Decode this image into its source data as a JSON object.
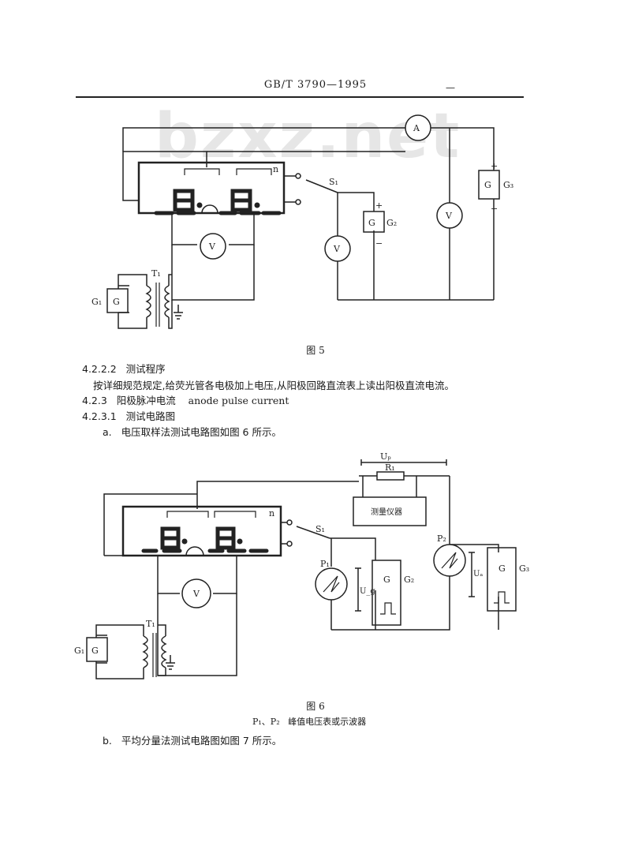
{
  "header": {
    "standard": "GB/T 3790—1995",
    "mark": "—"
  },
  "watermark": "bzxz.net",
  "figure5": {
    "caption": "图 5",
    "labels": {
      "ammeter": "A",
      "voltmeter_main": "V",
      "voltmeter_mid": "V",
      "voltmeter_filament": "V",
      "n": "n",
      "switch": "S₁",
      "g2_box": "G",
      "g2": "G₂",
      "g3_box": "G",
      "g3": "G₃",
      "g1_box": "G",
      "g1": "G₁",
      "t1": "T₁",
      "plus1": "+",
      "minus1": "−",
      "plus2": "+",
      "minus2": "−"
    }
  },
  "section_4222": {
    "num": "4.2.2.2",
    "title": "测试程序"
  },
  "para_1": "按详细规范规定,给荧光管各电极加上电压,从阳极回路直流表上读出阳极直流电流。",
  "section_423": {
    "num": "4.2.3",
    "title": "阳极脉冲电流",
    "en": "anode pulse current"
  },
  "section_4231": {
    "num": "4.2.3.1",
    "title": "测试电路图"
  },
  "item_a": {
    "letter": "a.",
    "text": "电压取样法测试电路图如图 6 所示。"
  },
  "figure6": {
    "caption": "图 6",
    "note": {
      "symbols": "P₁、P₂",
      "text": "峰值电压表或示波器"
    },
    "labels": {
      "up": "Uₚ",
      "r1": "R₁",
      "instrument": "测量仪器",
      "n": "n",
      "switch": "S₁",
      "p1": "P₁",
      "p2": "P₂",
      "ug": "U_g",
      "ua": "Uₐ",
      "g2_box": "G",
      "g2": "G₂",
      "g3_box": "G",
      "g3": "G₃",
      "voltmeter": "V",
      "g1_box": "G",
      "g1": "G₁",
      "t1": "T₁"
    }
  },
  "item_b": {
    "letter": "b.",
    "text": "平均分量法测试电路图如图 7 所示。"
  }
}
